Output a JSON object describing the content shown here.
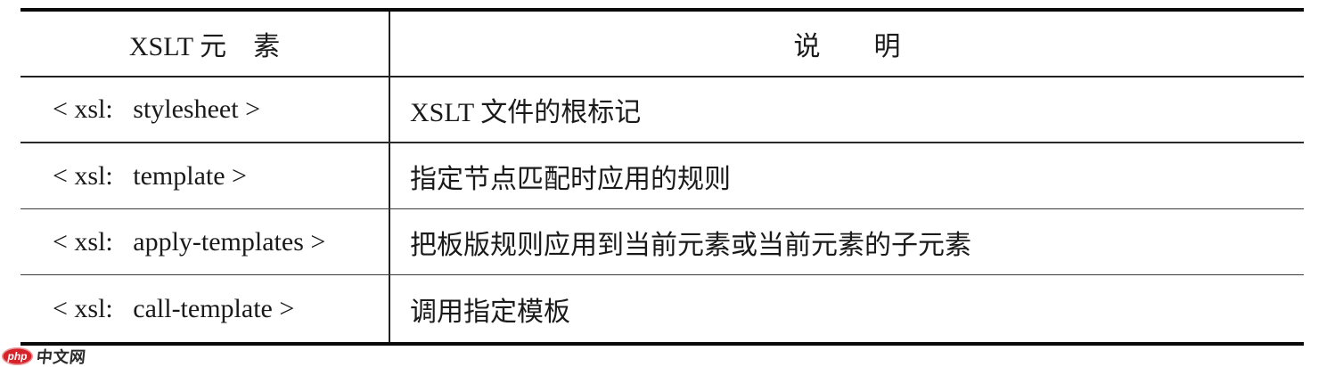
{
  "table": {
    "columns": [
      {
        "label": "XSLT 元　素"
      },
      {
        "label": "说　　明"
      }
    ],
    "rows": [
      {
        "element": "< xsl:   stylesheet >",
        "description": "XSLT 文件的根标记"
      },
      {
        "element": "< xsl:   template >",
        "description": "指定节点匹配时应用的规则"
      },
      {
        "element": "< xsl:   apply-templates >",
        "description": "把板版规则应用到当前元素或当前元素的子元素"
      },
      {
        "element": "< xsl:   call-template >",
        "description": "调用指定模板"
      }
    ],
    "border_color": "#0a0a0a"
  },
  "watermark": {
    "logo_text": "php",
    "site_name": "中文网",
    "logo_color": "#d6232a",
    "text_color": "#2b2b2b"
  }
}
